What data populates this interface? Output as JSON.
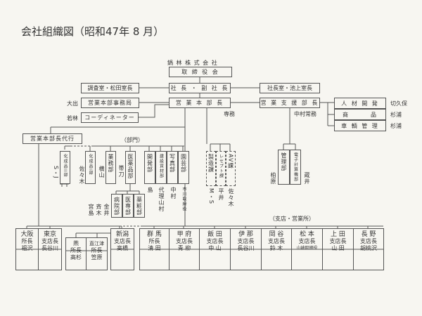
{
  "title": "会社組織図（昭和47年 8 月）",
  "company": "鍋 林 株 式 会 社",
  "top": {
    "board": "取 締 役 会",
    "president": "社 長 ・ 副 社 長",
    "sales_head": "営 業 本 部 長",
    "research": "調査室・松田室長",
    "president_office": "社長室・池上室長",
    "secretariat": "営業本部事務局",
    "secretariat_person": "大出",
    "coordinator": "コーディネーター",
    "coordinator_person": "若林",
    "support": "営 業 支 援 部 長",
    "senmu": "専務",
    "nakamura": "中村常務",
    "deputy": "営業本部長代行",
    "dept_label": "（部門）",
    "branch_label": "（支店・営業所）"
  },
  "support_units": [
    {
      "name": "人 材 開 発",
      "person": "切久保"
    },
    {
      "name": "商　　　品",
      "person": "杉浦"
    },
    {
      "name": "車 輌 管 理",
      "person": "杉浦"
    }
  ],
  "departments": [
    {
      "name": "化成品II部",
      "person": "S・J"
    },
    {
      "name": "化成品I部",
      "person": "佐々木"
    },
    {
      "name": "業務部",
      "person": "横山"
    },
    {
      "name": "医薬品部",
      "person": "帯刀"
    },
    {
      "name": "開発部",
      "person": "島"
    },
    {
      "name": "建設資材部",
      "person": "代理山村"
    },
    {
      "name": "写真部",
      "person": "中村"
    },
    {
      "name": "園芸部",
      "person": "市川取締役"
    }
  ],
  "sub_departments": [
    {
      "name": "病院部",
      "person": "宮島"
    },
    {
      "name": "医専部",
      "person": "斉木"
    },
    {
      "name": "薬粧部",
      "person": "金井"
    }
  ],
  "sections": [
    {
      "name": "製造課",
      "person": "M・S"
    },
    {
      "name": "レセプト課",
      "person": "平井"
    },
    {
      "name": "AV課",
      "person": "佐々木"
    }
  ],
  "support_depts": [
    {
      "name": "管理部",
      "person": "柏原"
    },
    {
      "name": "電子計算機部",
      "person": "蔵井"
    }
  ],
  "branches": [
    {
      "name": "大阪",
      "title": "所長",
      "person": "福沢"
    },
    {
      "name": "東京",
      "title": "支店長",
      "person": "長谷川"
    },
    {
      "name": "燕",
      "title": "所長",
      "person": "高杉"
    },
    {
      "name": "直江津",
      "title": "所長",
      "person": "笠原"
    },
    {
      "name": "新潟",
      "title": "支店長",
      "person": "高橋"
    },
    {
      "name": "群 馬",
      "title": "所長",
      "person": "清 田"
    },
    {
      "name": "甲 府",
      "title": "支店長",
      "person": "青 柳"
    },
    {
      "name": "飯 田",
      "title": "支店長",
      "person": "中 山"
    },
    {
      "name": "伊 那",
      "title": "支店長",
      "person": "長谷川"
    },
    {
      "name": "岡 谷",
      "title": "支店長",
      "person": "鈴 木"
    },
    {
      "name": "松 本",
      "title": "支店長",
      "person": "山崎取締役"
    },
    {
      "name": "上 田",
      "title": "支店長",
      "person": "山 田"
    },
    {
      "name": "長 野",
      "title": "支店長",
      "person": "胡桃沢"
    }
  ]
}
